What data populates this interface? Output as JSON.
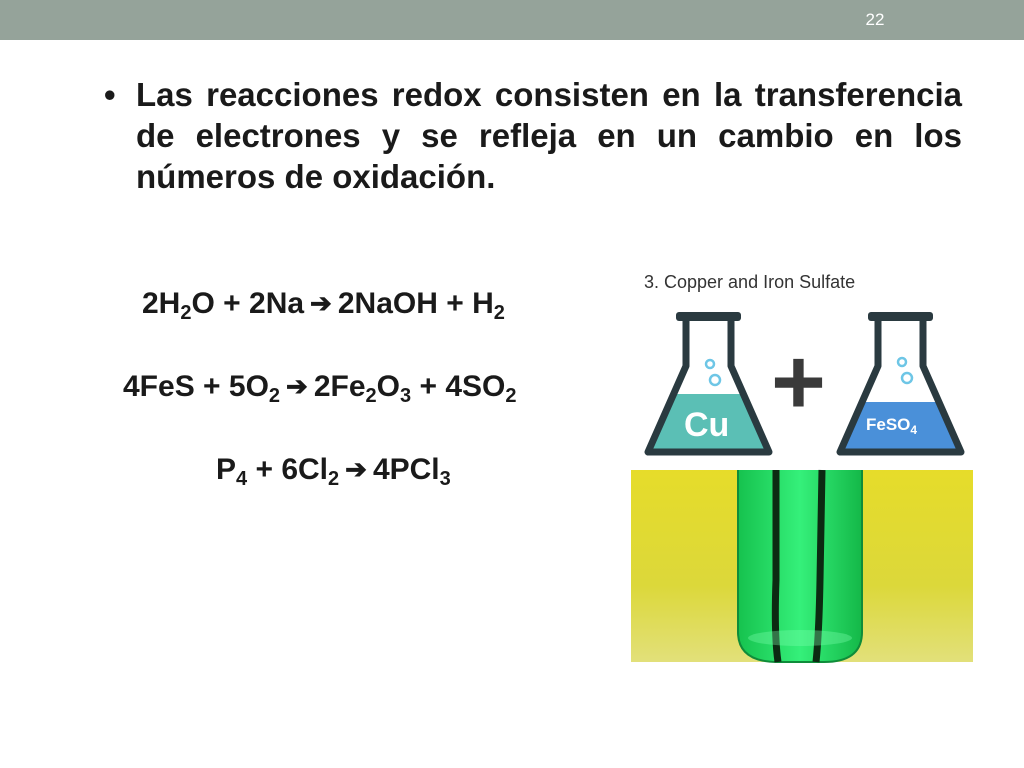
{
  "slide": {
    "number": "22"
  },
  "bullet": {
    "marker": "•",
    "text": "Las reacciones redox consisten en la transferencia de electrones y se refleja en un cambio en los números de oxidación."
  },
  "equations": [
    {
      "parts": [
        "2H",
        "2",
        "O + 2Na",
        "2NaOH + H",
        "2"
      ]
    },
    {
      "parts": [
        "4FeS + 5O",
        "2",
        "2Fe",
        "2",
        "O",
        "3",
        " + 4SO",
        "2"
      ]
    },
    {
      "parts": [
        "P",
        "4",
        " + 6Cl",
        "2",
        "4PCl",
        "3"
      ]
    }
  ],
  "figure": {
    "caption": "3. Copper and Iron Sulfate",
    "left_flask_label": "Cu",
    "right_flask_label": "FeSO",
    "right_flask_label_sub": "4",
    "operator": "+",
    "colors": {
      "flask_outline": "#2a3a40",
      "copper_liquid": "#5bbfb5",
      "ferrous_liquid": "#4a90d9",
      "bubbles": "#6ec6e6",
      "plus": "#3a3a3a",
      "photo_background": "#e8e030",
      "solution": "#22e060"
    }
  }
}
